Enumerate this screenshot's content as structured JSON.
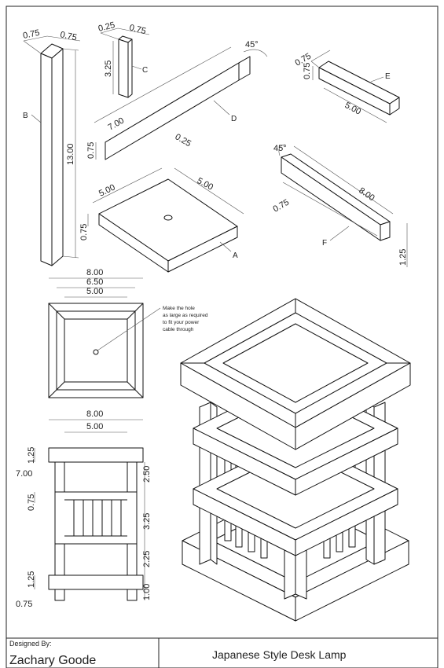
{
  "title_block": {
    "designed_by_label": "Designed By:",
    "designer": "Zachary Goode",
    "title": "Japanese Style Desk Lamp"
  },
  "parts": {
    "a": {
      "label": "A",
      "dim_width": "5.00",
      "dim_depth": "5.00",
      "dim_thick": "0.75"
    },
    "b": {
      "label": "B",
      "dim_w1": "0.75",
      "dim_w2": "0.75",
      "dim_len": "13.00"
    },
    "c": {
      "label": "C",
      "dim_w1": "0.25",
      "dim_w2": "0.75",
      "dim_len": "3.25"
    },
    "d": {
      "label": "D",
      "dim_angle": "45°",
      "dim_len": "7.00",
      "dim_w": "0.25",
      "dim_h": "0.75"
    },
    "e": {
      "label": "E",
      "dim_w1": "0.75",
      "dim_w2": "0.75",
      "dim_len": "5.00"
    },
    "f": {
      "label": "F",
      "dim_angle": "45°",
      "dim_len": "8.00",
      "dim_w": "0.75",
      "dim_h": "1.25"
    }
  },
  "top_view": {
    "dim_outer": "8.00",
    "dim_mid": "6.50",
    "dim_inner": "5.00",
    "note": [
      "Make the hole",
      "as large as required",
      "to fit your power",
      "cable through"
    ]
  },
  "front_view": {
    "dim_width": "8.00",
    "dim_inner": "5.00",
    "dim_top": "1.25",
    "dim_side": "7.00",
    "dim_mid": "0.75",
    "dim_bot": "1.25",
    "dim_foot": "0.75",
    "dim_r1": "2.50",
    "dim_r2": "3.25",
    "dim_r3": "2.25",
    "dim_r4": "1.00"
  }
}
